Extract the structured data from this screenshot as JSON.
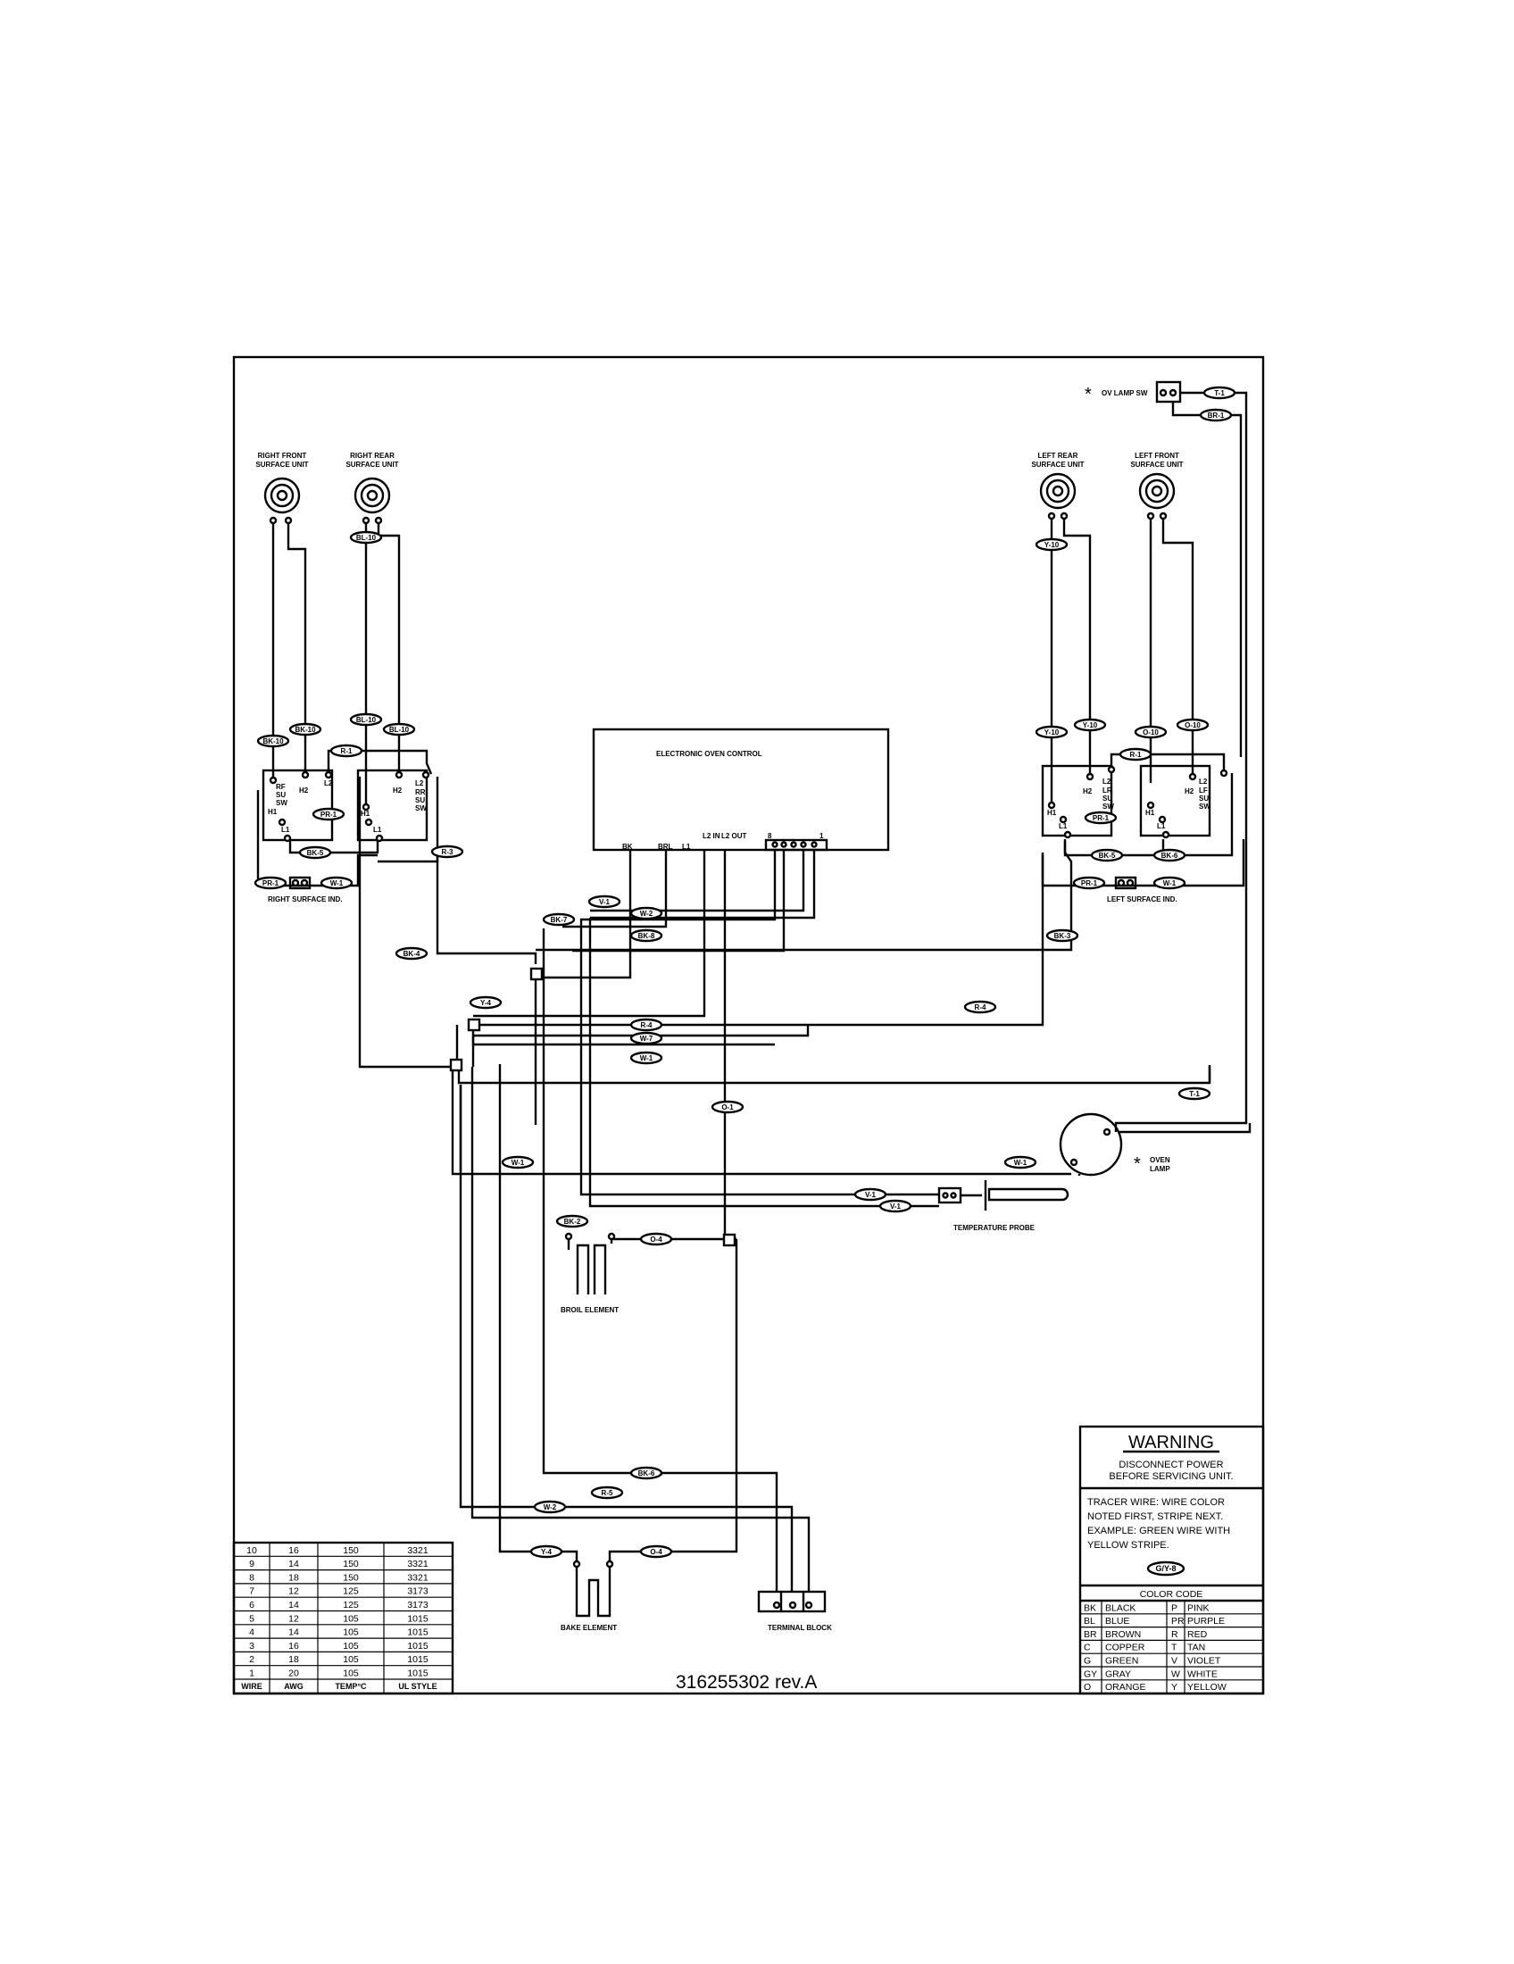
{
  "labels": {
    "rf_unit": [
      "RIGHT FRONT",
      "SURFACE UNIT"
    ],
    "rr_unit": [
      "RIGHT REAR",
      "SURFACE UNIT"
    ],
    "lr_unit": [
      "LEFT REAR",
      "SURFACE UNIT"
    ],
    "lf_unit": [
      "LEFT FRONT",
      "SURFACE UNIT"
    ],
    "ov_lamp_sw": "OV LAMP SW",
    "asterisk": "*",
    "evc": "ELECTRONIC OVEN CONTROL",
    "evc_terminals": [
      "BK",
      "BRL",
      "L1",
      "L2 IN",
      "L2 OUT"
    ],
    "evc_connector": [
      "8",
      "1"
    ],
    "rf_sw": [
      "RF",
      "SU",
      "SW"
    ],
    "rr_sw": [
      "RR",
      "SU",
      "SW"
    ],
    "lr_sw": [
      "LR",
      "SU",
      "SW"
    ],
    "lf_sw": [
      "LF",
      "SU",
      "SW"
    ],
    "sw_terms": [
      "H1",
      "H2",
      "L1",
      "L2"
    ],
    "right_ind": "RIGHT SURFACE IND.",
    "left_ind": "LEFT SURFACE IND.",
    "broil": "BROIL ELEMENT",
    "bake": "BAKE ELEMENT",
    "probe": "TEMPERATURE PROBE",
    "oven_lamp": [
      "OVEN",
      "LAMP"
    ],
    "terminal_block": "TERMINAL BLOCK"
  },
  "wire_tags": {
    "rf_a": "BK-10",
    "rf_b": "BK-10",
    "rr_top": "BL-10",
    "rr_a": "BL-10",
    "rr_b": "BL-10",
    "lr_top": "Y-10",
    "lr_a": "Y-10",
    "lr_b": "Y-10",
    "lf_a": "O-10",
    "lf_b": "O-10",
    "ov_top": "T-1",
    "ov_bot": "BR-1",
    "r1_right": "R-1",
    "r1_left": "R-1",
    "r3": "R-3",
    "bk5_right": "BK-5",
    "bk5_left": "BK-5",
    "pr_right_top": "PR-1",
    "pr_left_top": "PR-1",
    "pr_right_ind": "PR-1",
    "w_right_ind": "W-1",
    "pr_left_ind": "PR-1",
    "w_left_ind": "W-1",
    "bk4": "BK-4",
    "bk3": "BK-3",
    "bk6": "BK-6",
    "bk7": "BK-7",
    "v1_top": "V-1",
    "v1_p1": "V-1",
    "v1_p2": "V-1",
    "w2_top": "W-2",
    "w2_bot": "W-2",
    "bk8": "BK-8",
    "y4": "Y-4",
    "y4_bake": "Y-4",
    "r4": "R-4",
    "r4_right": "R-4",
    "w7": "W-7",
    "w1": "W-1",
    "w1_lamp": "W-1",
    "w1_lamp2": "W-1",
    "o1": "O-1",
    "o4": "O-4",
    "o4_bake": "O-4",
    "t1_lamp": "T-1",
    "bk2": "BK-2",
    "r5": "R-5"
  },
  "warning": {
    "title": "WARNING",
    "lines": [
      "DISCONNECT POWER",
      "BEFORE SERVICING UNIT."
    ],
    "tracer": [
      "TRACER WIRE:   WIRE COLOR",
      "NOTED FIRST, STRIPE NEXT.",
      "EXAMPLE:   GREEN WIRE WITH",
      "YELLOW STRIPE."
    ],
    "example_tag": "G/Y-8"
  },
  "color_code": {
    "title": "COLOR CODE",
    "rows": [
      [
        "BK",
        "BLACK",
        "P",
        "PINK"
      ],
      [
        "BL",
        "BLUE",
        "PR",
        "PURPLE"
      ],
      [
        "BR",
        "BROWN",
        "R",
        "RED"
      ],
      [
        "C",
        "COPPER",
        "T",
        "TAN"
      ],
      [
        "G",
        "GREEN",
        "V",
        "VIOLET"
      ],
      [
        "GY",
        "GRAY",
        "W",
        "WHITE"
      ],
      [
        "O",
        "ORANGE",
        "Y",
        "YELLOW"
      ]
    ]
  },
  "wire_table": {
    "headers": [
      "WIRE",
      "AWG",
      "TEMP°C",
      "UL STYLE"
    ],
    "rows": [
      [
        "10",
        "16",
        "150",
        "3321"
      ],
      [
        "9",
        "14",
        "150",
        "3321"
      ],
      [
        "8",
        "18",
        "150",
        "3321"
      ],
      [
        "7",
        "12",
        "125",
        "3173"
      ],
      [
        "6",
        "14",
        "125",
        "3173"
      ],
      [
        "5",
        "12",
        "105",
        "1015"
      ],
      [
        "4",
        "14",
        "105",
        "1015"
      ],
      [
        "3",
        "16",
        "105",
        "1015"
      ],
      [
        "2",
        "18",
        "105",
        "1015"
      ],
      [
        "1",
        "20",
        "105",
        "1015"
      ]
    ]
  },
  "doc_number": "316255302 rev.A"
}
